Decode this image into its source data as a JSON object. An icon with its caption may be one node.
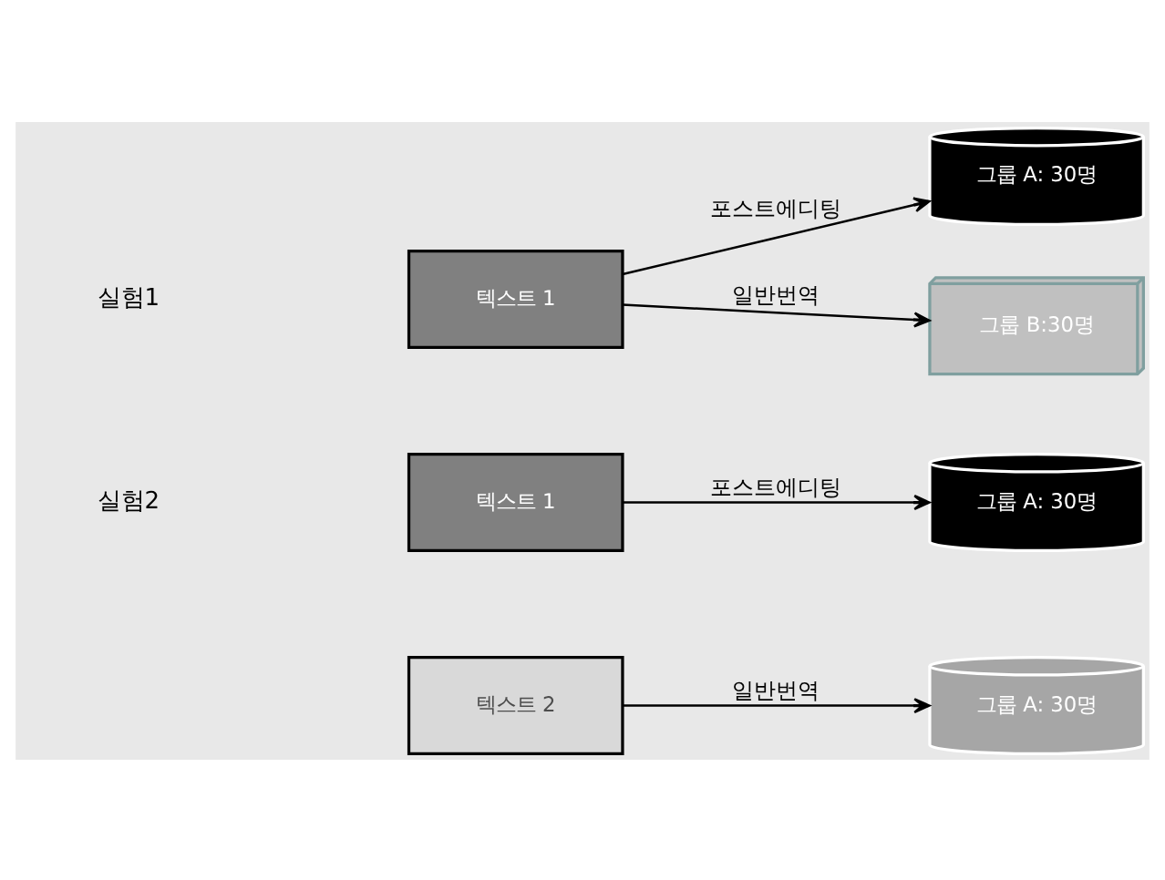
{
  "diagram": {
    "nodes": [
      {
        "text": [
          "텍스트 1"
        ]
      },
      {
        "text": [
          "그룹 A: 30명"
        ]
      },
      {
        "text": [
          "그룹 B:30명"
        ]
      },
      {
        "text": [
          "텍스트 1"
        ]
      },
      {
        "text": [
          "그룹 A: 30명"
        ]
      },
      {
        "text": [
          "텍스트 2"
        ]
      },
      {
        "text": [
          "그룹 A: 30명"
        ]
      }
    ],
    "edges": [
      {
        "from": 0,
        "to": 1,
        "arrow": "to",
        "label": "포스트에디팅"
      },
      {
        "from": 0,
        "to": 2,
        "arrow": "to",
        "label": "일반번역"
      },
      {
        "from": 3,
        "to": 4,
        "arrow": "to",
        "label": "포스트에디팅"
      },
      {
        "from": 5,
        "to": 6,
        "arrow": "to",
        "label": "일반번역"
      }
    ],
    "labels": [
      "실험1",
      "실험2"
    ]
  }
}
